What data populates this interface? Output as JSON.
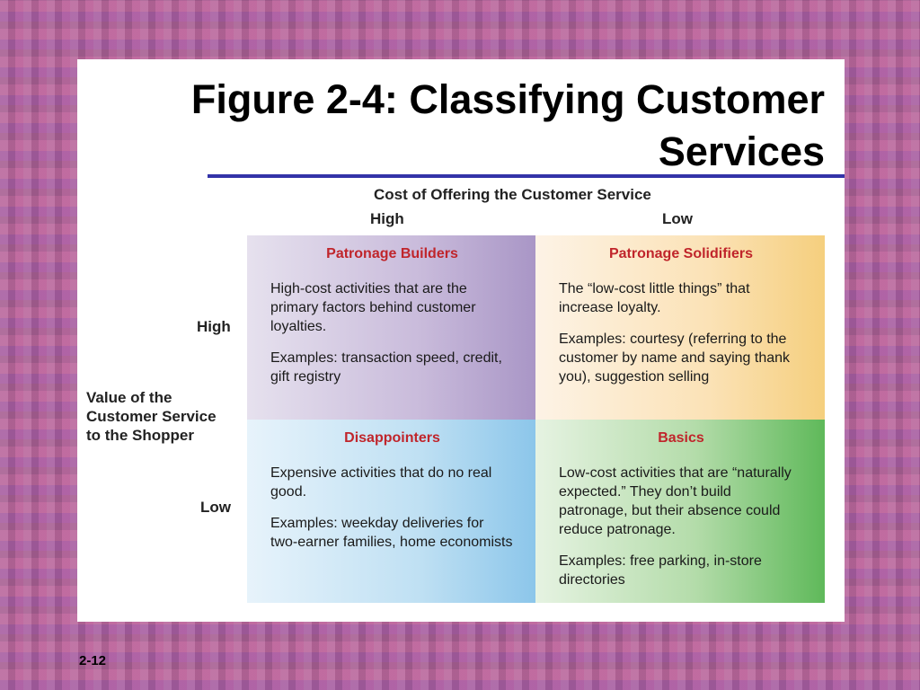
{
  "title": "Figure 2-4: Classifying Customer Services",
  "cost_axis": {
    "title": "Cost of Offering the Customer Service",
    "high": "High",
    "low": "Low"
  },
  "value_axis": {
    "title": "Value of the Customer Service to the Shopper",
    "high": "High",
    "low": "Low"
  },
  "quadrants": {
    "top_left": {
      "title": "Patronage Builders",
      "description": "High-cost activities that are the primary factors behind customer loyalties.",
      "examples": "Examples: transaction speed, credit, gift registry"
    },
    "top_right": {
      "title": "Patronage Solidifiers",
      "description": "The “low-cost little things” that increase loyalty.",
      "examples": "Examples: courtesy (referring to the customer by name and saying thank you), suggestion selling"
    },
    "bottom_left": {
      "title": "Disappointers",
      "description": "Expensive activities that do no real good.",
      "examples": "Examples: weekday deliveries for two-earner families, home economists"
    },
    "bottom_right": {
      "title": "Basics",
      "description": "Low-cost activities that are “naturally expected.” They don’t build patronage, but their absence could reduce patronage.",
      "examples": "Examples: free parking, in-store directories"
    }
  },
  "slide_number": "2-12",
  "colors": {
    "title_rule": "#3333a8",
    "quadrant_title": "#c0252b",
    "patronage_builders": "#a996c6",
    "patronage_solidifiers": "#f5cf7e",
    "disappointers": "#8cc6ea",
    "basics": "#5fb95a"
  }
}
